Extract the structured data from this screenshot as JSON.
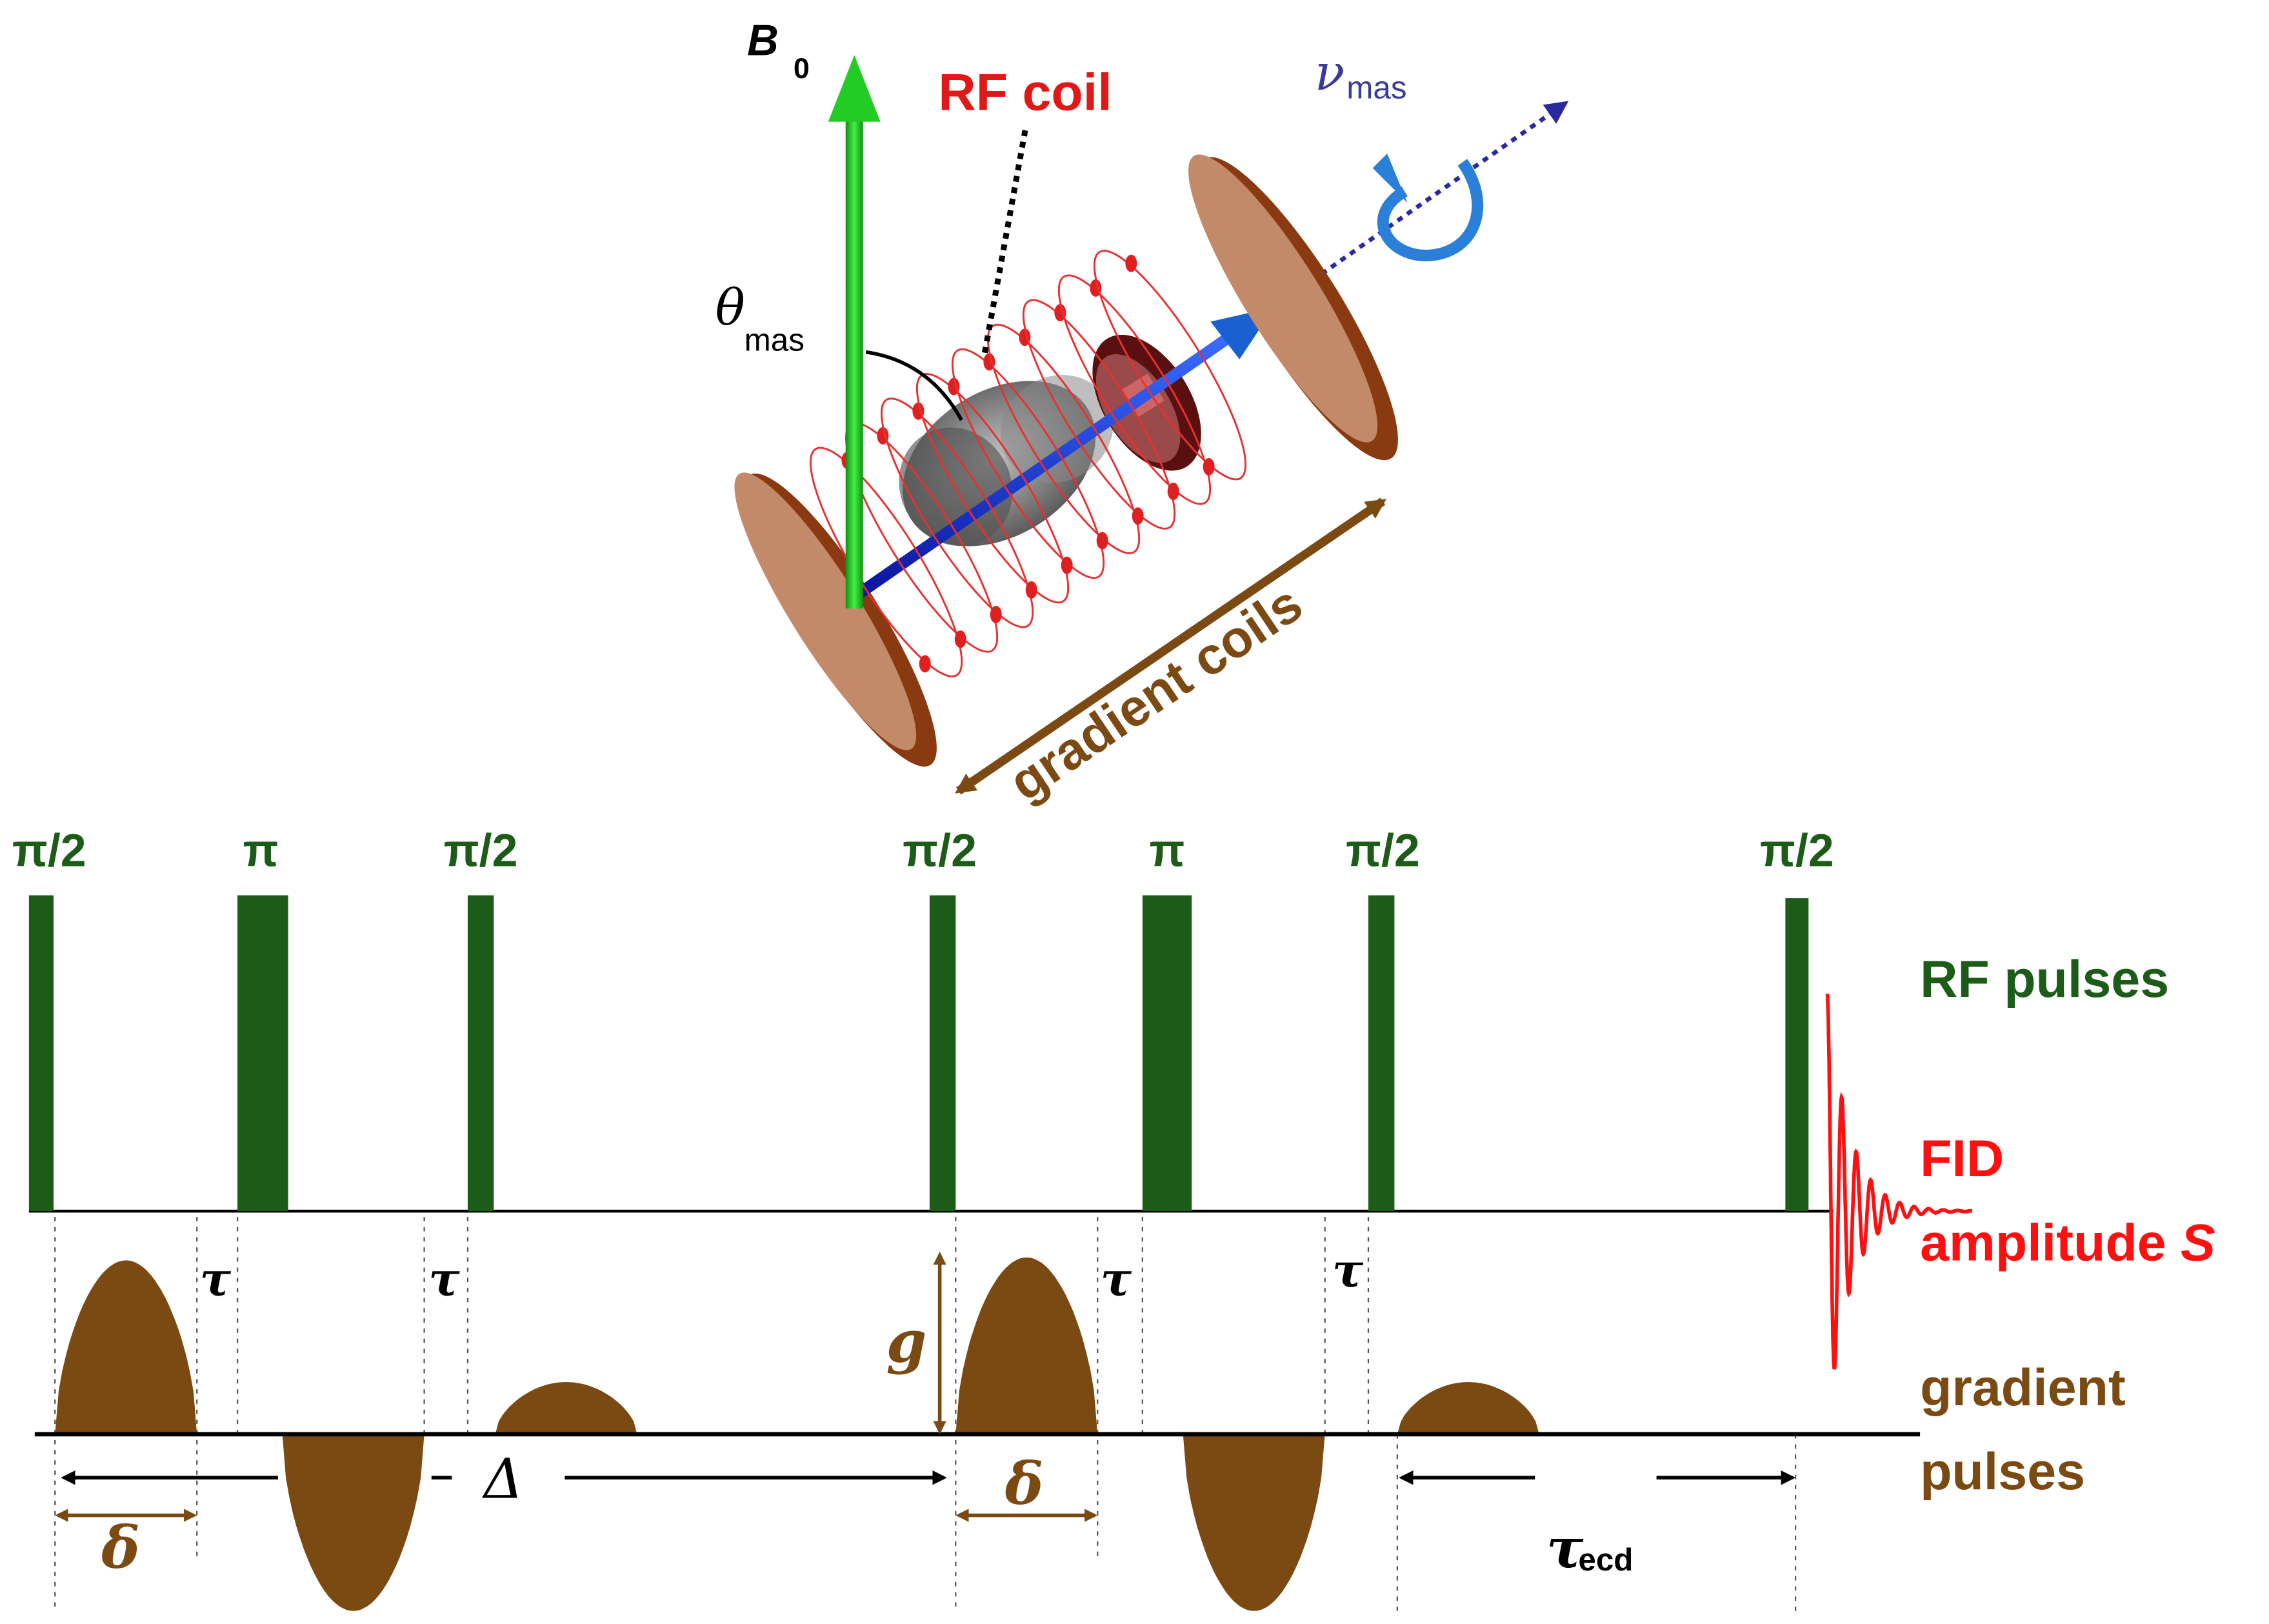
{
  "colors": {
    "rf": "#1d5c18",
    "gradient": "#7b4a12",
    "fid": "#ff1010",
    "b0_axis": "#22dd22",
    "spin_axis": "#1a22cc",
    "rf_coil_label": "#e01818",
    "nu_mas": "#3a3a9a",
    "coil_disc": "#c28a68",
    "coil_disc_edge": "#8a3a10",
    "black": "#000000"
  },
  "apparatus": {
    "b0_label": "B",
    "b0_subscript": "0",
    "rf_coil_label": "RF coil",
    "nu_symbol": "ν",
    "nu_subscript": "mas",
    "theta_symbol": "θ",
    "theta_subscript": "mas",
    "gradient_coils_label": "gradient coils"
  },
  "sequence": {
    "rf_pulse_labels": [
      "π/2",
      "π",
      "π/2",
      "π/2",
      "π",
      "π/2",
      "π/2"
    ],
    "tau_labels": [
      "τ",
      "τ",
      "τ",
      "τ"
    ],
    "delta_small": [
      "δ",
      "δ"
    ],
    "g_label": "g",
    "Delta_label": "Δ",
    "tau_ecd_symbol": "τ",
    "tau_ecd_subscript": "ecd"
  },
  "legend": {
    "rf_pulses": "RF pulses",
    "fid_line1": "FID",
    "fid_line2_prefix": "amplitude ",
    "fid_line2_symbol": "S",
    "gradient_line1": "gradient",
    "gradient_line2": "pulses"
  }
}
